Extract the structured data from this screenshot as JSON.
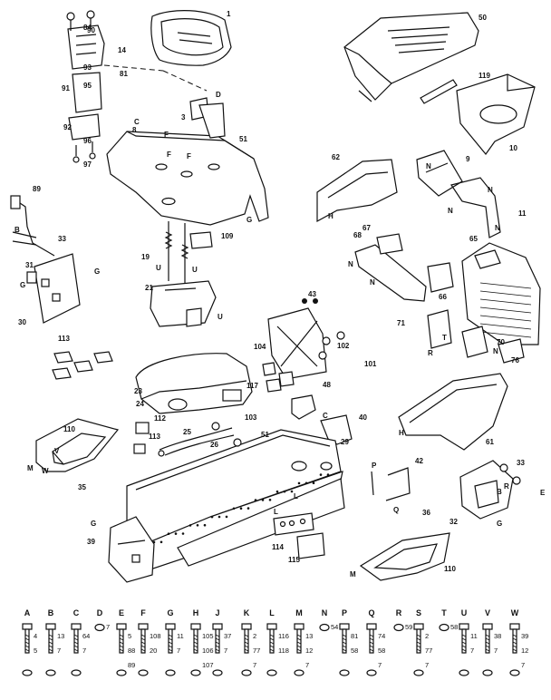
{
  "part_callouts": [
    {
      "label": "1"
    },
    {
      "label": "84"
    },
    {
      "label": "90"
    },
    {
      "label": "14"
    },
    {
      "label": "91"
    },
    {
      "label": "93"
    },
    {
      "label": "81"
    },
    {
      "label": "95"
    },
    {
      "label": "92"
    },
    {
      "label": "96"
    },
    {
      "label": "97"
    },
    {
      "label": "3"
    },
    {
      "label": "8"
    },
    {
      "label": "51"
    },
    {
      "label": "C"
    },
    {
      "label": "D"
    },
    {
      "label": "F"
    },
    {
      "label": "F"
    },
    {
      "label": "F"
    },
    {
      "label": "G"
    },
    {
      "label": "89"
    },
    {
      "label": "B"
    },
    {
      "label": "33"
    },
    {
      "label": "31"
    },
    {
      "label": "G"
    },
    {
      "label": "G"
    },
    {
      "label": "30"
    },
    {
      "label": "19"
    },
    {
      "label": "109"
    },
    {
      "label": "21"
    },
    {
      "label": "U"
    },
    {
      "label": "U"
    },
    {
      "label": "U"
    },
    {
      "label": "113"
    },
    {
      "label": "43"
    },
    {
      "label": "104"
    },
    {
      "label": "102"
    },
    {
      "label": "101"
    },
    {
      "label": "23"
    },
    {
      "label": "24"
    },
    {
      "label": "117"
    },
    {
      "label": "103"
    },
    {
      "label": "48"
    },
    {
      "label": "112"
    },
    {
      "label": "25"
    },
    {
      "label": "26"
    },
    {
      "label": "113"
    },
    {
      "label": "110"
    },
    {
      "label": "V"
    },
    {
      "label": "W"
    },
    {
      "label": "M"
    },
    {
      "label": "35"
    },
    {
      "label": "51"
    },
    {
      "label": "C"
    },
    {
      "label": "40"
    },
    {
      "label": "29"
    },
    {
      "label": "G"
    },
    {
      "label": "39"
    },
    {
      "label": "L"
    },
    {
      "label": "L"
    },
    {
      "label": "114"
    },
    {
      "label": "115"
    },
    {
      "label": "50"
    },
    {
      "label": "119"
    },
    {
      "label": "10"
    },
    {
      "label": "62"
    },
    {
      "label": "H"
    },
    {
      "label": "9"
    },
    {
      "label": "N"
    },
    {
      "label": "N"
    },
    {
      "label": "N"
    },
    {
      "label": "11"
    },
    {
      "label": "N"
    },
    {
      "label": "68"
    },
    {
      "label": "67"
    },
    {
      "label": "N"
    },
    {
      "label": "N"
    },
    {
      "label": "65"
    },
    {
      "label": "66"
    },
    {
      "label": "71"
    },
    {
      "label": "T"
    },
    {
      "label": "R"
    },
    {
      "label": "70"
    },
    {
      "label": "76"
    },
    {
      "label": "N"
    },
    {
      "label": "61"
    },
    {
      "label": "H"
    },
    {
      "label": "42"
    },
    {
      "label": "P"
    },
    {
      "label": "Q"
    },
    {
      "label": "33"
    },
    {
      "label": "32"
    },
    {
      "label": "B"
    },
    {
      "label": "G"
    },
    {
      "label": "36"
    },
    {
      "label": "110"
    },
    {
      "label": "M"
    },
    {
      "label": "E"
    },
    {
      "label": "R"
    }
  ],
  "hardware_key": [
    {
      "letter": "A",
      "parts": [
        "4",
        "5"
      ]
    },
    {
      "letter": "B",
      "parts": [
        "13",
        "7"
      ]
    },
    {
      "letter": "C",
      "parts": [
        "64",
        "7"
      ]
    },
    {
      "letter": "D",
      "parts": [
        "7"
      ]
    },
    {
      "letter": "E",
      "parts": [
        "5",
        "88",
        "89"
      ]
    },
    {
      "letter": "F",
      "parts": [
        "108",
        "20"
      ]
    },
    {
      "letter": "G",
      "parts": [
        "11",
        "7"
      ]
    },
    {
      "letter": "H",
      "parts": [
        "105",
        "106",
        "107"
      ]
    },
    {
      "letter": "J",
      "parts": [
        "37",
        "7"
      ]
    },
    {
      "letter": "K",
      "parts": [
        "2",
        "77",
        "7"
      ]
    },
    {
      "letter": "L",
      "parts": [
        "116",
        "118"
      ]
    },
    {
      "letter": "M",
      "parts": [
        "13",
        "12",
        "7"
      ]
    },
    {
      "letter": "N",
      "parts": [
        "54"
      ]
    },
    {
      "letter": "P",
      "parts": [
        "81",
        "58"
      ]
    },
    {
      "letter": "Q",
      "parts": [
        "74",
        "58",
        "7"
      ]
    },
    {
      "letter": "R",
      "parts": [
        "59"
      ]
    },
    {
      "letter": "S",
      "parts": [
        "2",
        "77",
        "7"
      ]
    },
    {
      "letter": "T",
      "parts": [
        "58"
      ]
    },
    {
      "letter": "U",
      "parts": [
        "11",
        "7"
      ]
    },
    {
      "letter": "V",
      "parts": [
        "38",
        "7"
      ]
    },
    {
      "letter": "W",
      "parts": [
        "39",
        "12",
        "7"
      ]
    }
  ]
}
